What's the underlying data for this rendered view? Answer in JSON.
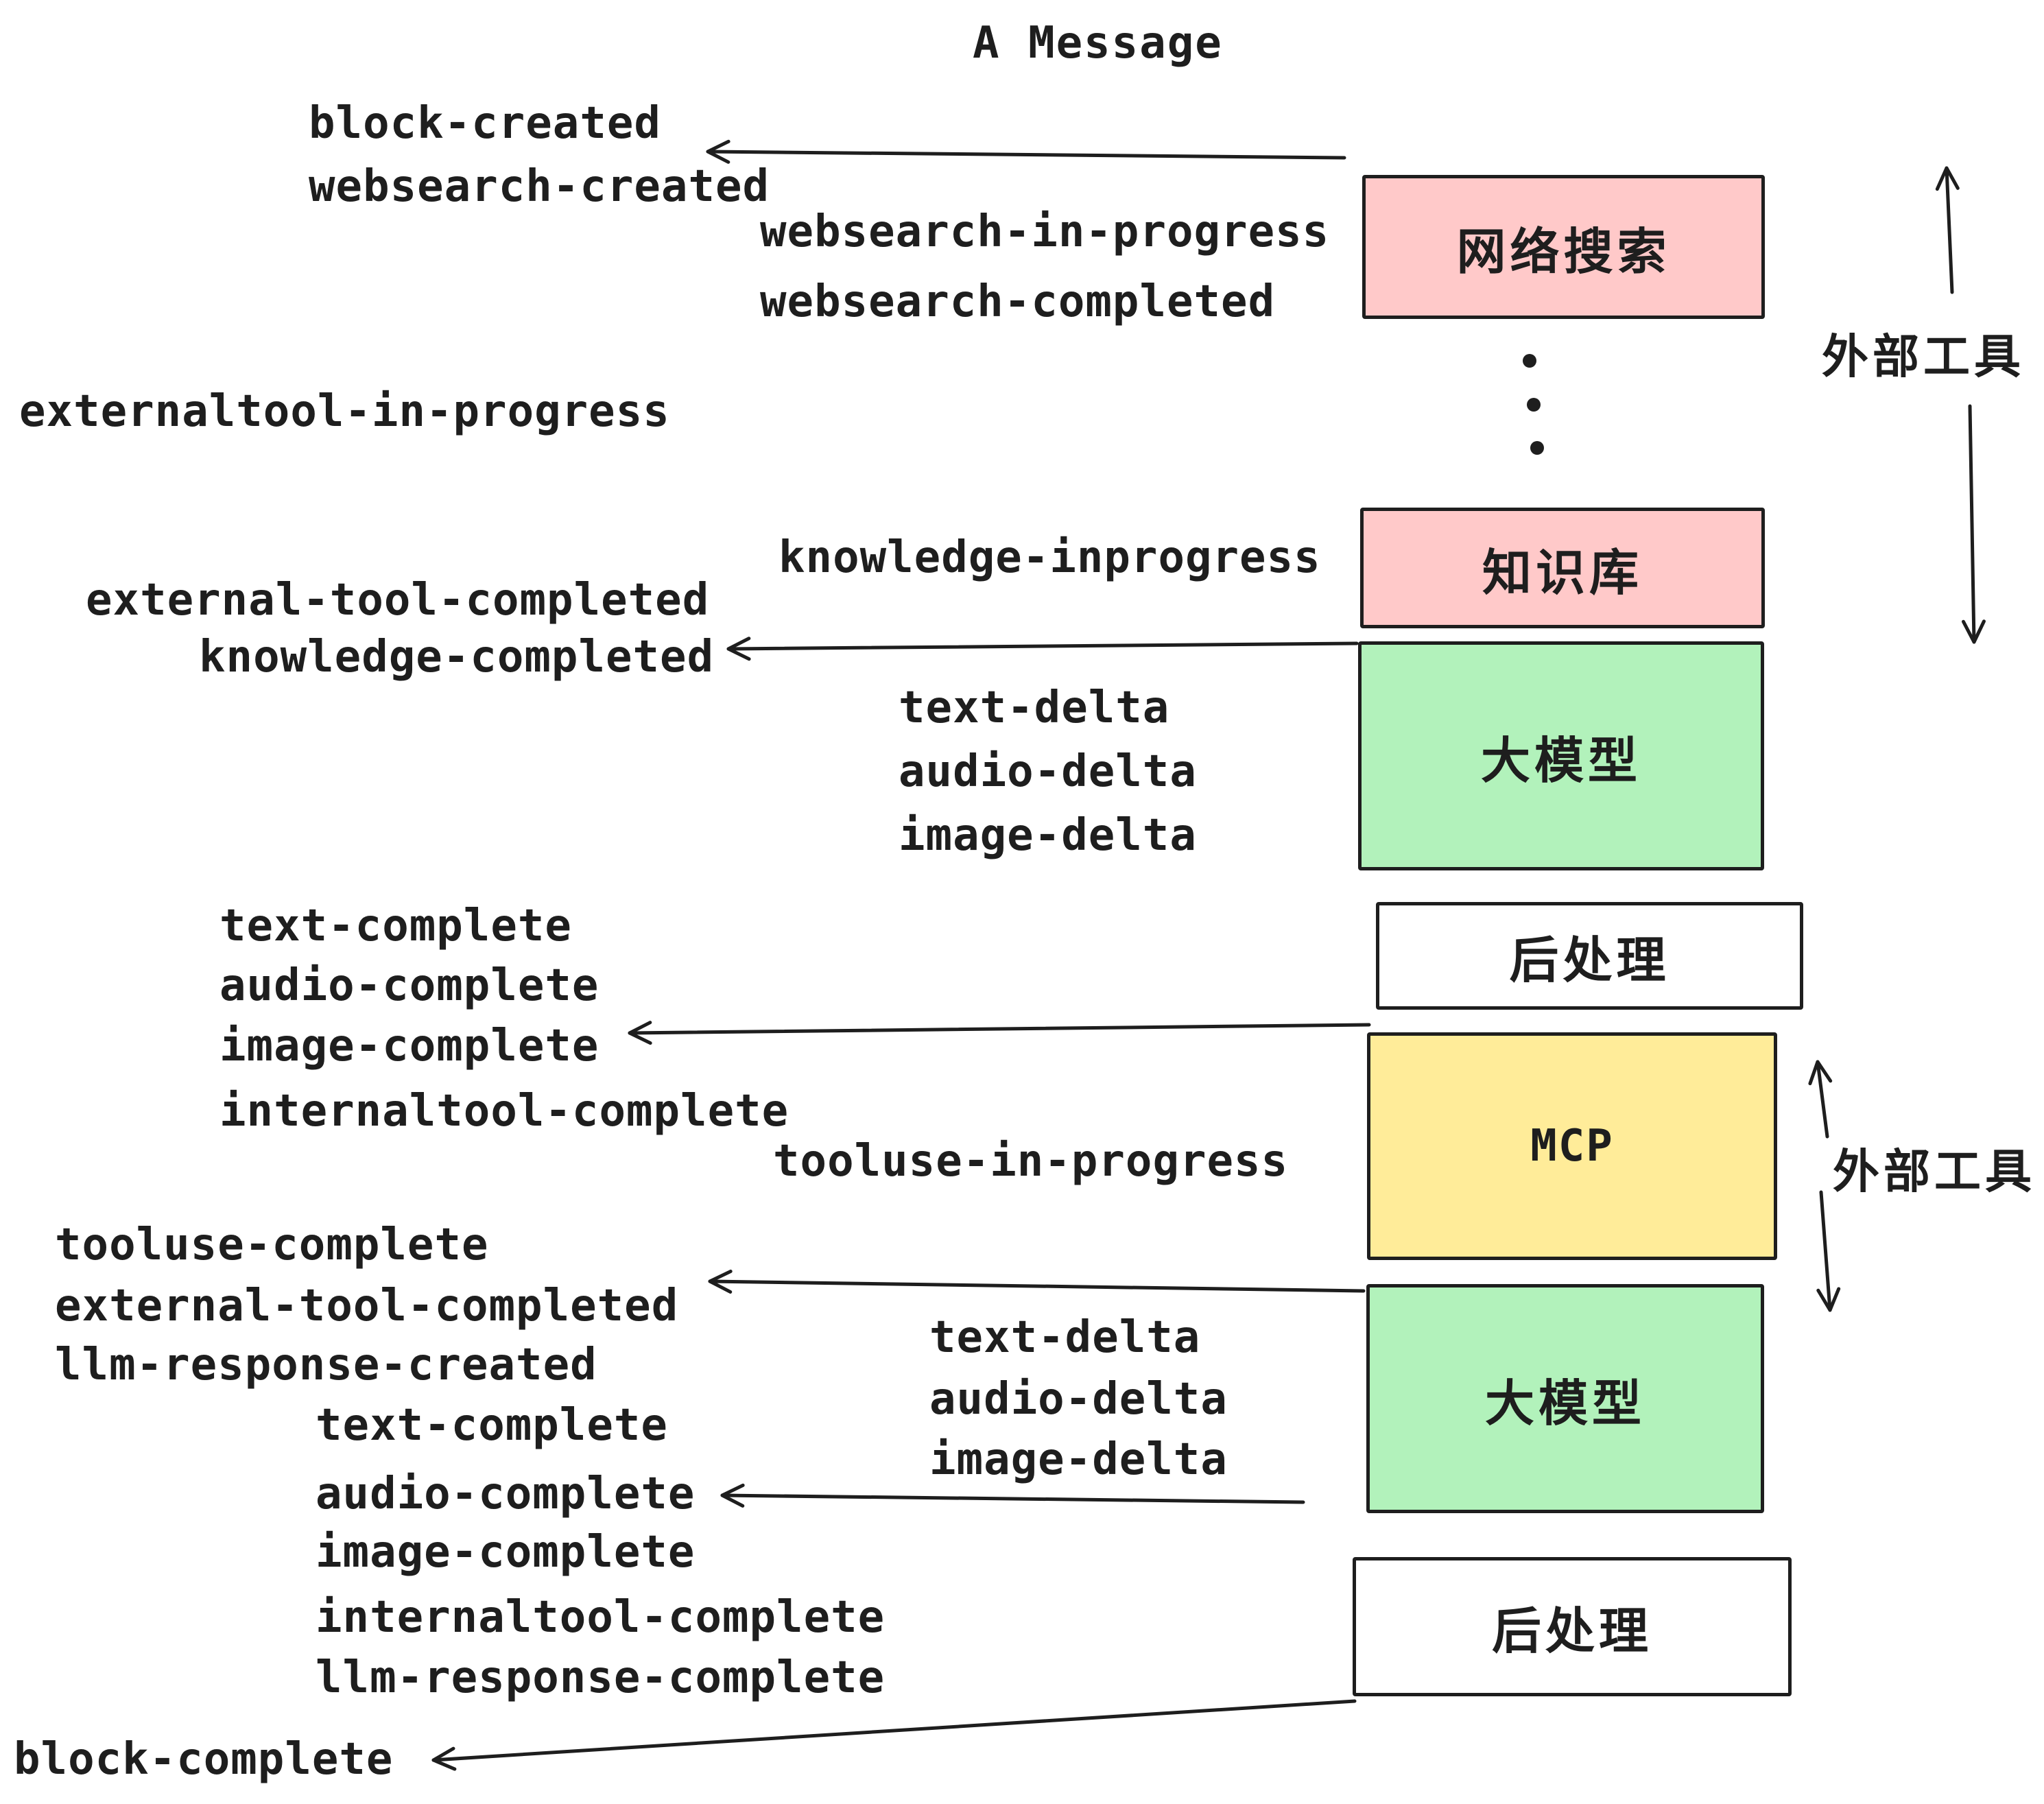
{
  "title": "A Message",
  "colors": {
    "canvas": "#ffffff",
    "ink": "#1e1e1e",
    "box-pink": "#ffc9c9",
    "box-green": "#b2f2bb",
    "box-yellow": "#ffec99",
    "box-white": "#ffffff"
  },
  "boxes": [
    {
      "label": "网络搜索",
      "color": "#ffc9c9"
    },
    {
      "label": "知识库",
      "color": "#ffc9c9"
    },
    {
      "label": "大模型",
      "color": "#b2f2bb"
    },
    {
      "label": "后处理",
      "color": "#ffffff"
    },
    {
      "label": "MCP",
      "color": "#ffec99"
    },
    {
      "label": "大模型",
      "color": "#b2f2bb"
    },
    {
      "label": "后处理",
      "color": "#ffffff"
    }
  ],
  "side_labels": [
    "外部工具",
    "外部工具"
  ],
  "events": [
    "block-created",
    "websearch-created",
    "websearch-in-progress",
    "websearch-completed",
    "externaltool-in-progress",
    "knowledge-inprogress",
    "external-tool-completed",
    "knowledge-completed",
    "text-delta",
    "audio-delta",
    "image-delta",
    "text-complete",
    "audio-complete",
    "image-complete",
    "internaltool-complete",
    "tooluse-in-progress",
    "tooluse-complete",
    "external-tool-completed",
    "llm-response-created",
    "text-complete",
    "text-delta",
    "audio-delta",
    "image-delta",
    "audio-complete",
    "image-complete",
    "internaltool-complete",
    "llm-response-complete",
    "block-complete"
  ]
}
